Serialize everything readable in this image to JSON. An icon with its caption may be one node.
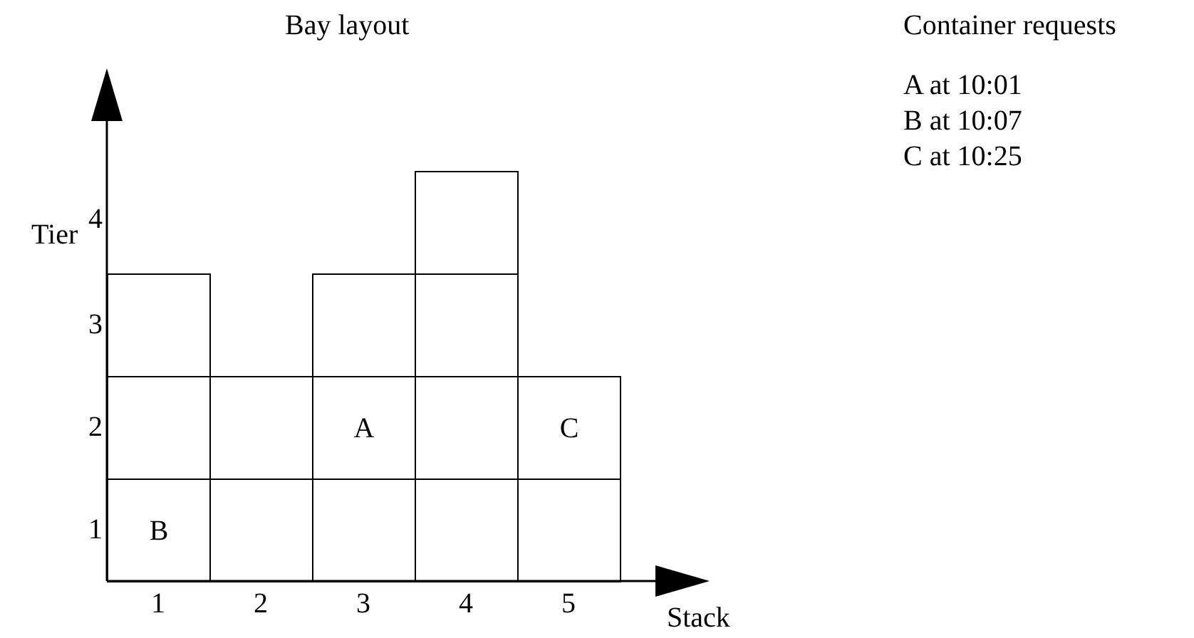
{
  "diagram": {
    "title": "Bay layout",
    "nodes": [
      {
        "text": [],
        "shape": "box"
      },
      {
        "text": [],
        "shape": "box"
      },
      {
        "text": [],
        "shape": "box"
      },
      {
        "text": [],
        "shape": "box"
      },
      {
        "text": [],
        "shape": "box"
      },
      {
        "text": [],
        "shape": "box"
      },
      {
        "text": [
          "A"
        ]
      },
      {
        "text": [],
        "shape": "box"
      },
      {
        "text": [
          "C"
        ]
      },
      {
        "text": [
          "B"
        ]
      },
      {
        "text": [],
        "shape": "box"
      },
      {
        "text": [],
        "shape": "box"
      },
      {
        "text": [],
        "shape": "box"
      },
      {
        "text": [],
        "shape": "box"
      }
    ],
    "edges": [],
    "labels": [
      "Container requests",
      "A at 10:01",
      "B at 10:07",
      "C at 10:25",
      "Tier",
      "4",
      "3",
      "2",
      "1",
      "1",
      "2",
      "3",
      "4",
      "5",
      "Stack"
    ]
  }
}
